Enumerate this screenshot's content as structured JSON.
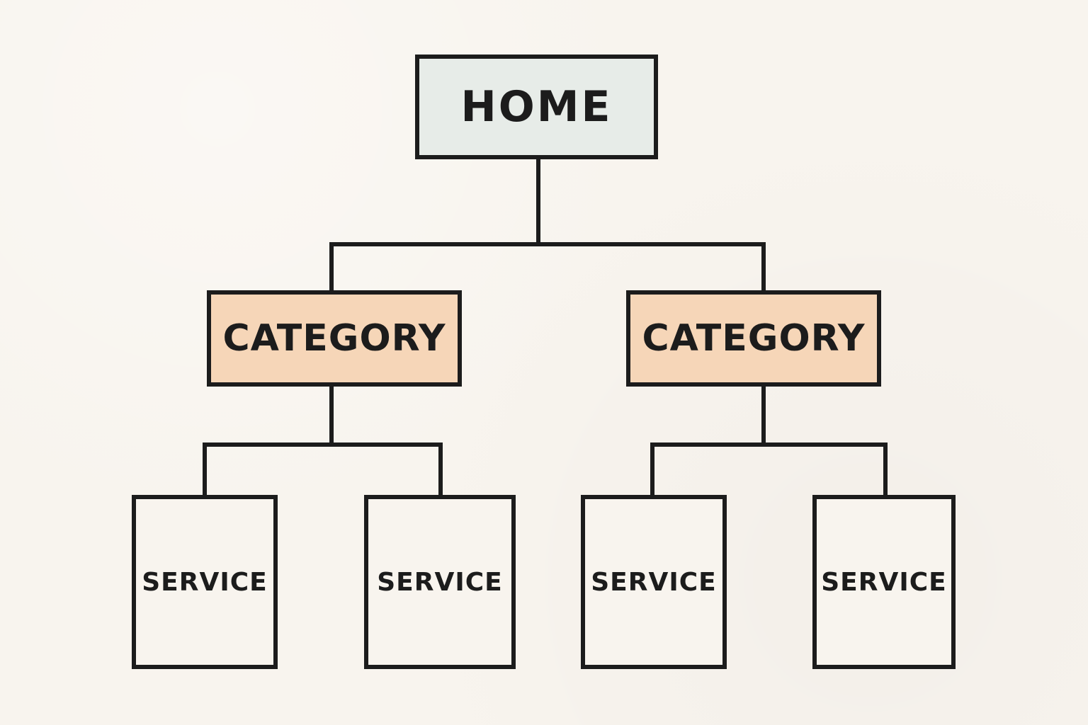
{
  "colors": {
    "background": "#f8f4ee",
    "ink": "#1c1c1c",
    "home_fill": "#e7ece8",
    "category_fill": "#f6d6b8",
    "service_fill": "#f8f4ee"
  },
  "diagram": {
    "home": {
      "label": "HOME"
    },
    "categories": [
      {
        "label": "CATEGORY",
        "services": [
          {
            "label": "SERVICE"
          },
          {
            "label": "SERVICE"
          }
        ]
      },
      {
        "label": "CATEGORY",
        "services": [
          {
            "label": "SERVICE"
          },
          {
            "label": "SERVICE"
          }
        ]
      }
    ]
  }
}
